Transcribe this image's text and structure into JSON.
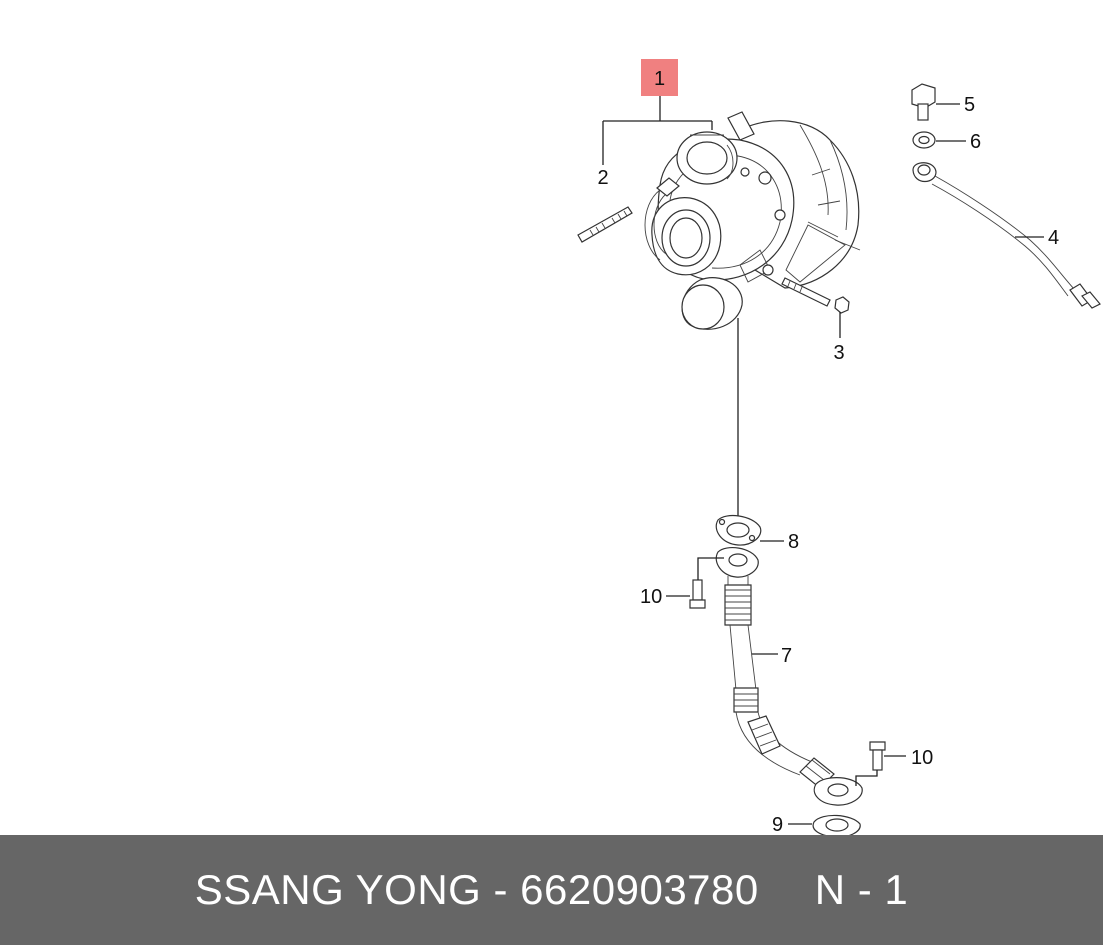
{
  "callouts": [
    {
      "id": "c1",
      "label": "1",
      "highlight": "#f08080"
    },
    {
      "id": "c2",
      "label": "2"
    },
    {
      "id": "c3",
      "label": "3"
    },
    {
      "id": "c4",
      "label": "4"
    },
    {
      "id": "c5",
      "label": "5"
    },
    {
      "id": "c6",
      "label": "6"
    },
    {
      "id": "c7",
      "label": "7"
    },
    {
      "id": "c8",
      "label": "8"
    },
    {
      "id": "c9",
      "label": "9"
    },
    {
      "id": "c10a",
      "label": "10"
    },
    {
      "id": "c10b",
      "label": "10"
    }
  ],
  "footer": {
    "brand_part": "SSANG YONG - 6620903780",
    "position": "N - 1",
    "background": "#666666",
    "text_color": "#ffffff"
  }
}
